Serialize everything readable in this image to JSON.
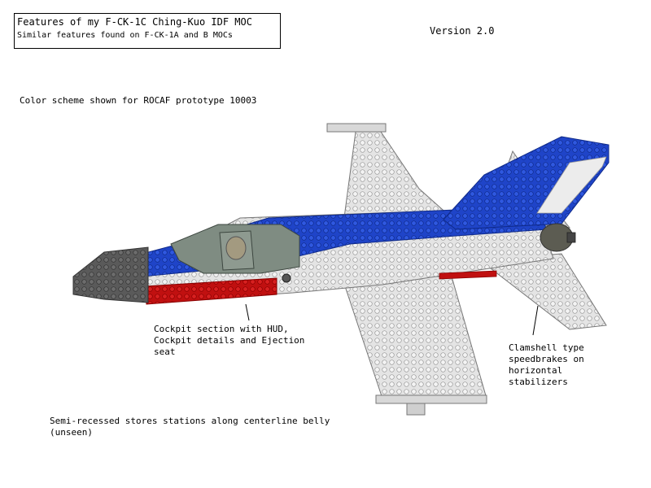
{
  "header": {
    "title": "Features of my F-CK-1C Ching-Kuo IDF MOC",
    "subtitle": "Similar features found on F-CK-1A and B MOCs",
    "version": "Version 2.0"
  },
  "notes": {
    "color_scheme": "Color scheme shown for ROCAF prototype 10003",
    "cockpit": "Cockpit section with HUD,\nCockpit details and Ejection\nseat",
    "speedbrakes": "Clamshell type\nspeedbrakes on\nhorizontal\nstabilizers",
    "stores": "Semi-recessed stores stations along centerline belly\n(unseen)"
  },
  "colors": {
    "blue": "#1f44c8",
    "red": "#c01010",
    "light_gray": "#e4e4e4",
    "dark_gray": "#5a5a5a",
    "canopy": "#7f8c82"
  }
}
